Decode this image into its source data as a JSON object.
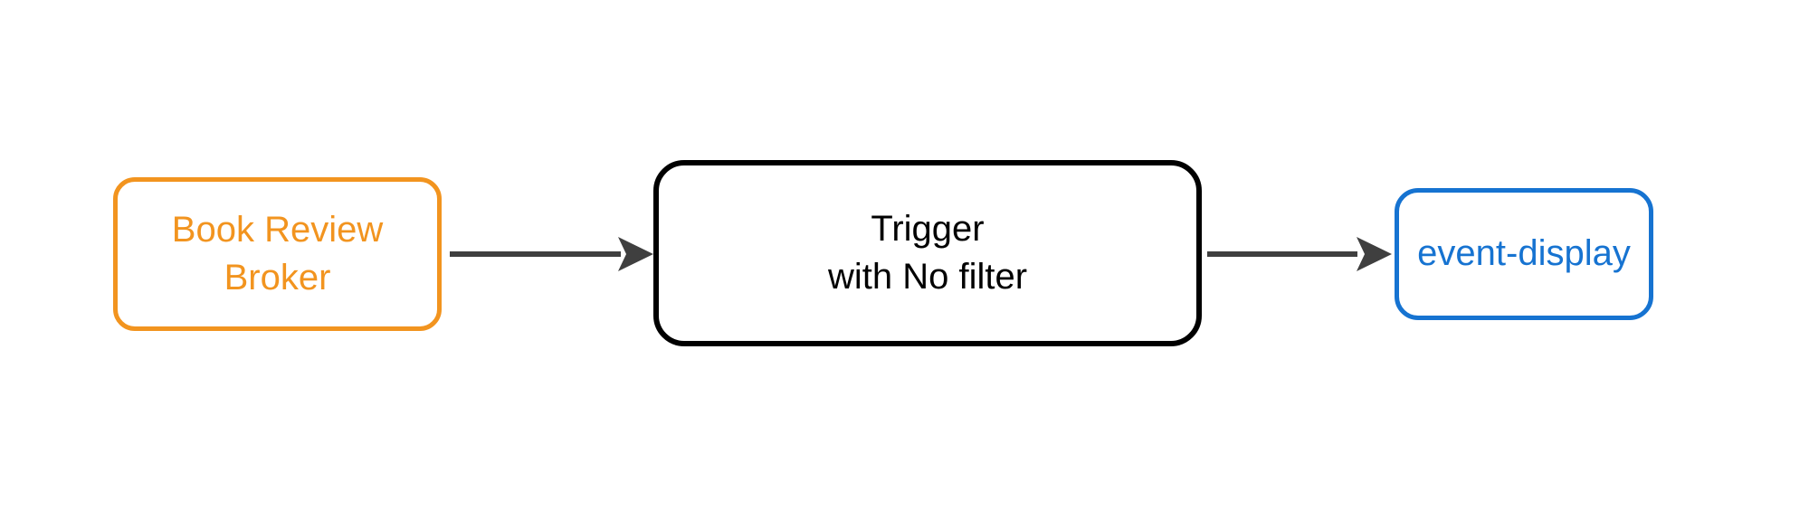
{
  "diagram": {
    "background_color": "#ffffff",
    "edge_color": "#3f3f3f",
    "nodes": [
      {
        "id": "book-review-broker",
        "label": "Book Review\nBroker",
        "color": "#f2941f",
        "shape": "rounded-rectangle"
      },
      {
        "id": "trigger",
        "label": "Trigger\nwith No filter",
        "color": "#000000",
        "shape": "rounded-rectangle"
      },
      {
        "id": "event-display",
        "label": "event-display",
        "color": "#1673d1",
        "shape": "rounded-rectangle"
      }
    ],
    "edges": [
      {
        "from": "book-review-broker",
        "to": "trigger"
      },
      {
        "from": "trigger",
        "to": "event-display"
      }
    ]
  }
}
